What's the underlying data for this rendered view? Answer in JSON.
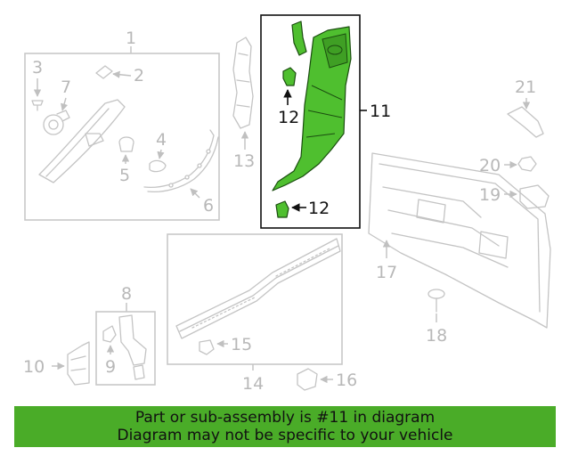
{
  "callouts": {
    "c1": "1",
    "c2": "2",
    "c3": "3",
    "c4": "4",
    "c5": "5",
    "c6": "6",
    "c7": "7",
    "c8": "8",
    "c9": "9",
    "c10": "10",
    "c11": "11",
    "c12a": "12",
    "c12b": "12",
    "c13": "13",
    "c14": "14",
    "c15": "15",
    "c16": "16",
    "c17": "17",
    "c18": "18",
    "c19": "19",
    "c20": "20",
    "c21": "21"
  },
  "banner": {
    "line1": "Part or sub-assembly is #11 in diagram",
    "line2": "Diagram may not be specific to your vehicle"
  },
  "colors": {
    "highlight_part": "#4fbf2f",
    "banner_bg": "#4aac28",
    "ghost_lines": "#c4c4c4"
  }
}
